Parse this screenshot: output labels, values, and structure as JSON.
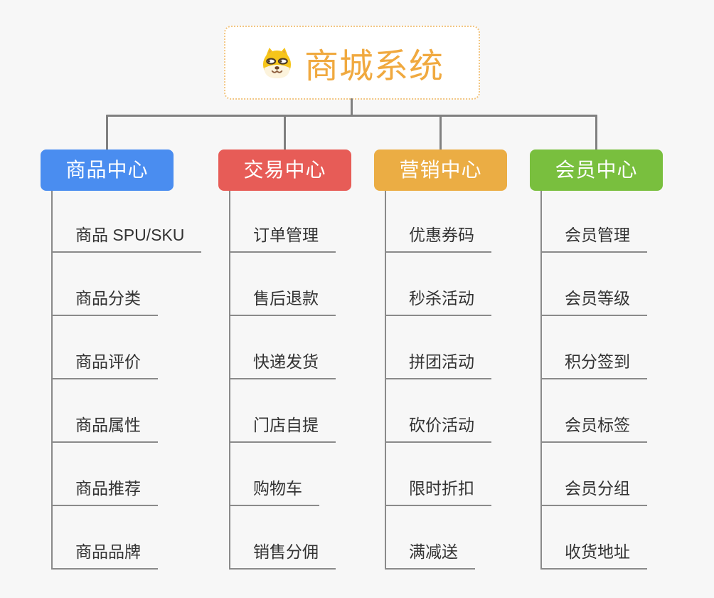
{
  "root": {
    "title": "商城系统",
    "icon": "shiba-dog-icon",
    "accent_color": "#F0A93F"
  },
  "branches": [
    {
      "label": "商品中心",
      "color": "#4A8DF0",
      "items": [
        "商品 SPU/SKU",
        "商品分类",
        "商品评价",
        "商品属性",
        "商品推荐",
        "商品品牌"
      ]
    },
    {
      "label": "交易中心",
      "color": "#E75C57",
      "items": [
        "订单管理",
        "售后退款",
        "快递发货",
        "门店自提",
        "购物车",
        "销售分佣"
      ]
    },
    {
      "label": "营销中心",
      "color": "#EBAD44",
      "items": [
        "优惠券码",
        "秒杀活动",
        "拼团活动",
        "砍价活动",
        "限时折扣",
        "满减送"
      ]
    },
    {
      "label": "会员中心",
      "color": "#79BF3E",
      "items": [
        "会员管理",
        "会员等级",
        "积分签到",
        "会员标签",
        "会员分组",
        "收货地址"
      ]
    }
  ],
  "connector_color": "#808080"
}
